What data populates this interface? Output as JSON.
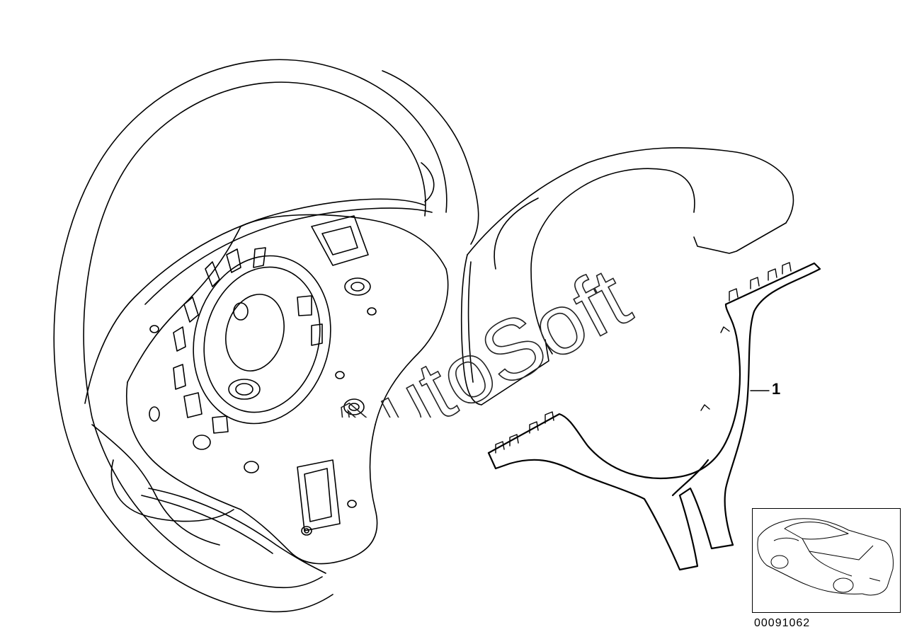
{
  "diagram": {
    "callouts": [
      {
        "label": "1"
      }
    ],
    "diagram_number": "00091062",
    "watermark": "AutoSoft"
  }
}
